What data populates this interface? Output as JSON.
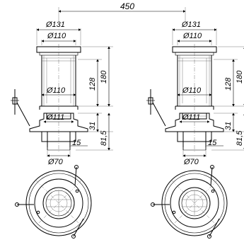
{
  "dimensions": {
    "spacing": "450",
    "flange_dia": "Ø131",
    "pipe_top_dia": "Ø110",
    "pipe_mid_dia": "Ø110",
    "body_dia": "Ø111",
    "outlet_dia": "Ø70",
    "pipe_length": "128",
    "overall_height_top": "180",
    "body_height": "31",
    "body_step": "15",
    "overall_height_bottom": "81,5"
  },
  "colors": {
    "line": "#000000",
    "background": "#ffffff"
  }
}
